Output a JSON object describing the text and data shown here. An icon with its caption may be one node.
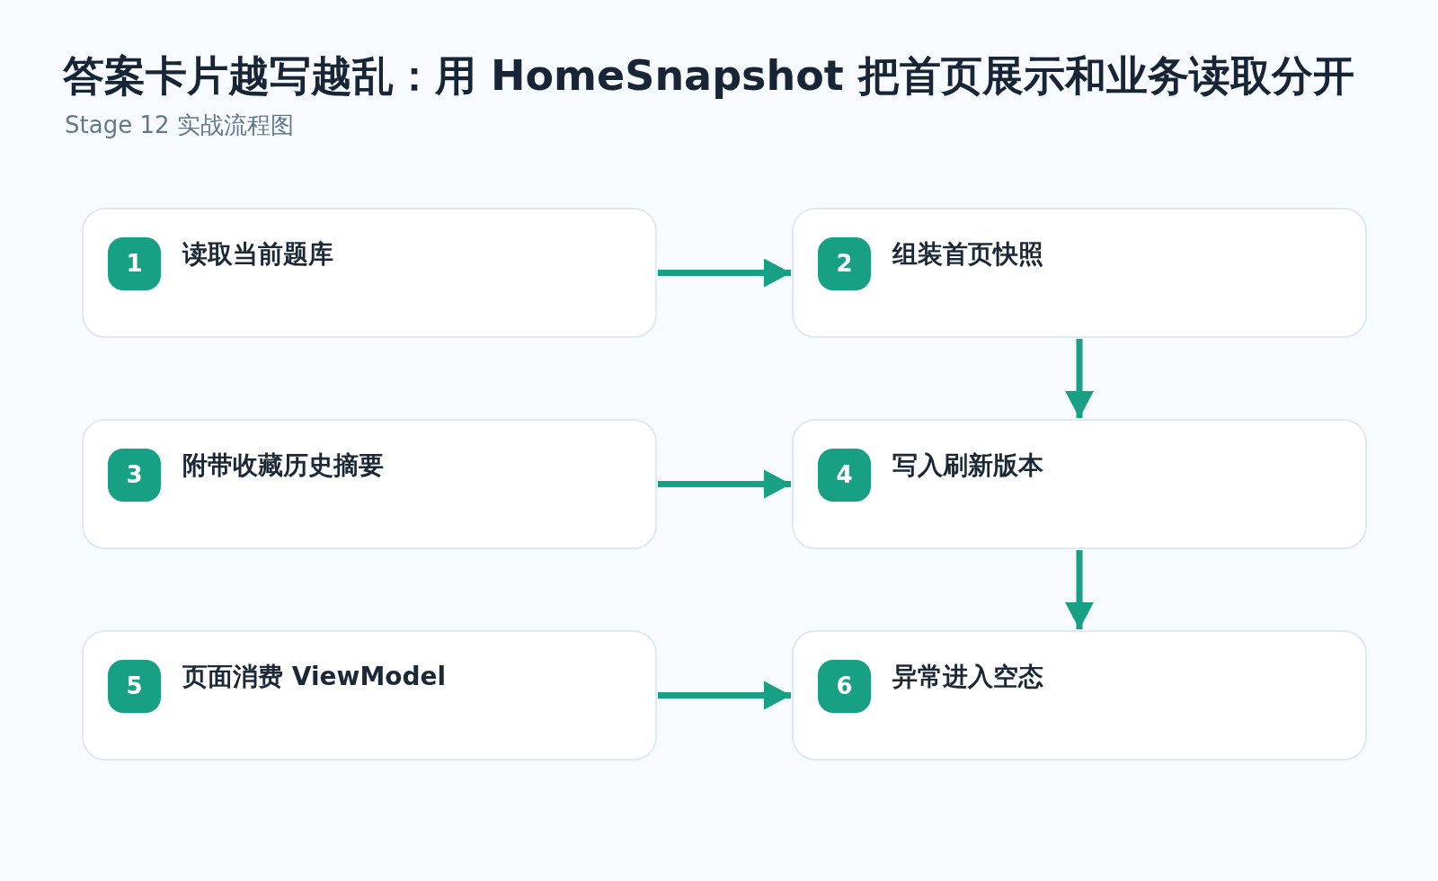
{
  "diagram": {
    "title": "答案卡片越写越乱：用 HomeSnapshot 把首页展示和业务读取分开",
    "nodes": [
      {
        "text": [
          "1",
          "读取当前题库"
        ]
      },
      {
        "text": [
          "2",
          "组装首页快照"
        ]
      },
      {
        "text": [
          "3",
          "附带收藏历史摘要"
        ]
      },
      {
        "text": [
          "4",
          "写入刷新版本"
        ]
      },
      {
        "text": [
          "5",
          "页面消费 ViewModel"
        ]
      },
      {
        "text": [
          "6",
          "异常进入空态"
        ]
      }
    ],
    "edges": [
      {
        "from": 0,
        "to": 1,
        "arrow": "to"
      },
      {
        "from": 1,
        "to": 3,
        "arrow": "to"
      },
      {
        "from": 2,
        "to": 3,
        "arrow": "to"
      },
      {
        "from": 3,
        "to": 5,
        "arrow": "to"
      },
      {
        "from": 4,
        "to": 5,
        "arrow": "to"
      }
    ],
    "labels": [
      "Stage 12 实战流程图"
    ]
  }
}
